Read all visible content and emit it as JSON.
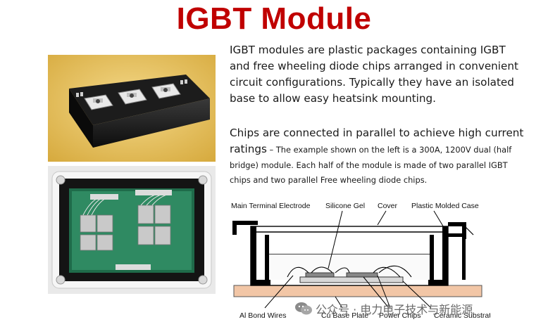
{
  "slide": {
    "title": "IGBT Module",
    "paragraph1": "IGBT modules are plastic packages containing IGBT and free wheeling diode chips arranged in convenient circuit configurations.  Typically they have an isolated base to allow easy heatsink mounting.",
    "paragraph2_lead": "Chips are connected in parallel to achieve high current ratings",
    "paragraph2_detail": " – The example shown on the left is a 300A, 1200V dual (half bridge) module.  Each half of the module is made of two parallel IGBT chips and two parallel Free wheeling diode chips."
  },
  "diagram": {
    "labels": {
      "main_terminal": "Main Terminal Electrode",
      "silicone_gel": "Silicone Gel",
      "cover": "Cover",
      "plastic_case": "Plastic Molded Case",
      "bond_wires": "Al Bond Wires",
      "base_plate": "Cu Base Plate",
      "power_chips": "Power Chips",
      "ceramic": "Ceramic Substrate"
    },
    "colors": {
      "base_plate": "#f2c6a6",
      "case": "#000000"
    }
  },
  "watermark": {
    "text": "公众号 · 电力电子技术与新能源",
    "icon": "wechat-icon"
  },
  "colors": {
    "title": "#c00000",
    "text": "#1a1a1a"
  }
}
